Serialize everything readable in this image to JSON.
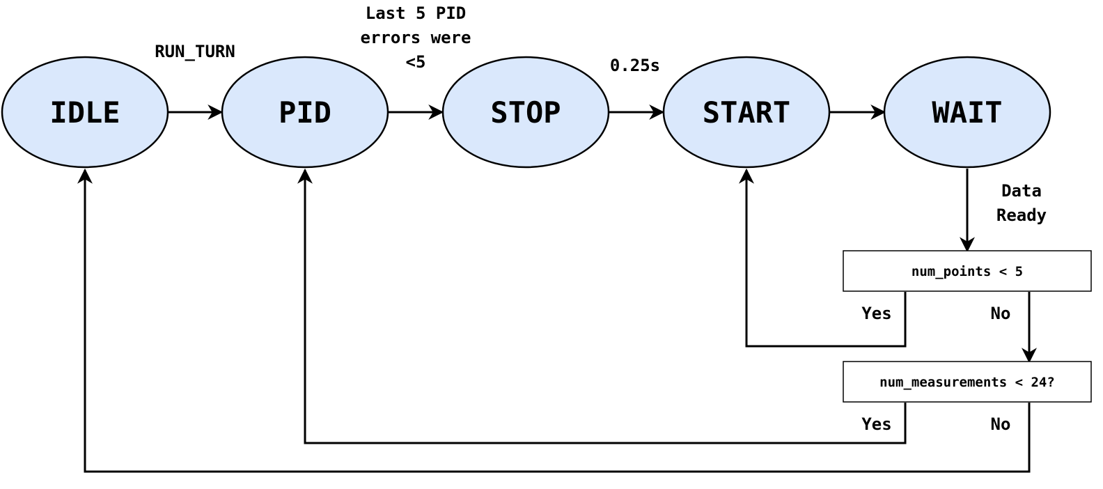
{
  "states": {
    "idle": "IDLE",
    "pid": "PID",
    "stop": "STOP",
    "start": "START",
    "wait": "WAIT"
  },
  "transitions": {
    "idle_to_pid": "RUN_TURN",
    "pid_to_stop": [
      "Last 5 PID",
      "errors were",
      "<5"
    ],
    "stop_to_start": "0.25s",
    "wait_to_decision": [
      "Data",
      "Ready"
    ]
  },
  "decisions": {
    "num_points": {
      "question": "num_points < 5",
      "yes": "Yes",
      "no": "No"
    },
    "num_measurements": {
      "question": "num_measurements < 24?",
      "yes": "Yes",
      "no": "No"
    }
  },
  "colors": {
    "state_fill": "#dae8fc",
    "stroke": "#000000"
  }
}
